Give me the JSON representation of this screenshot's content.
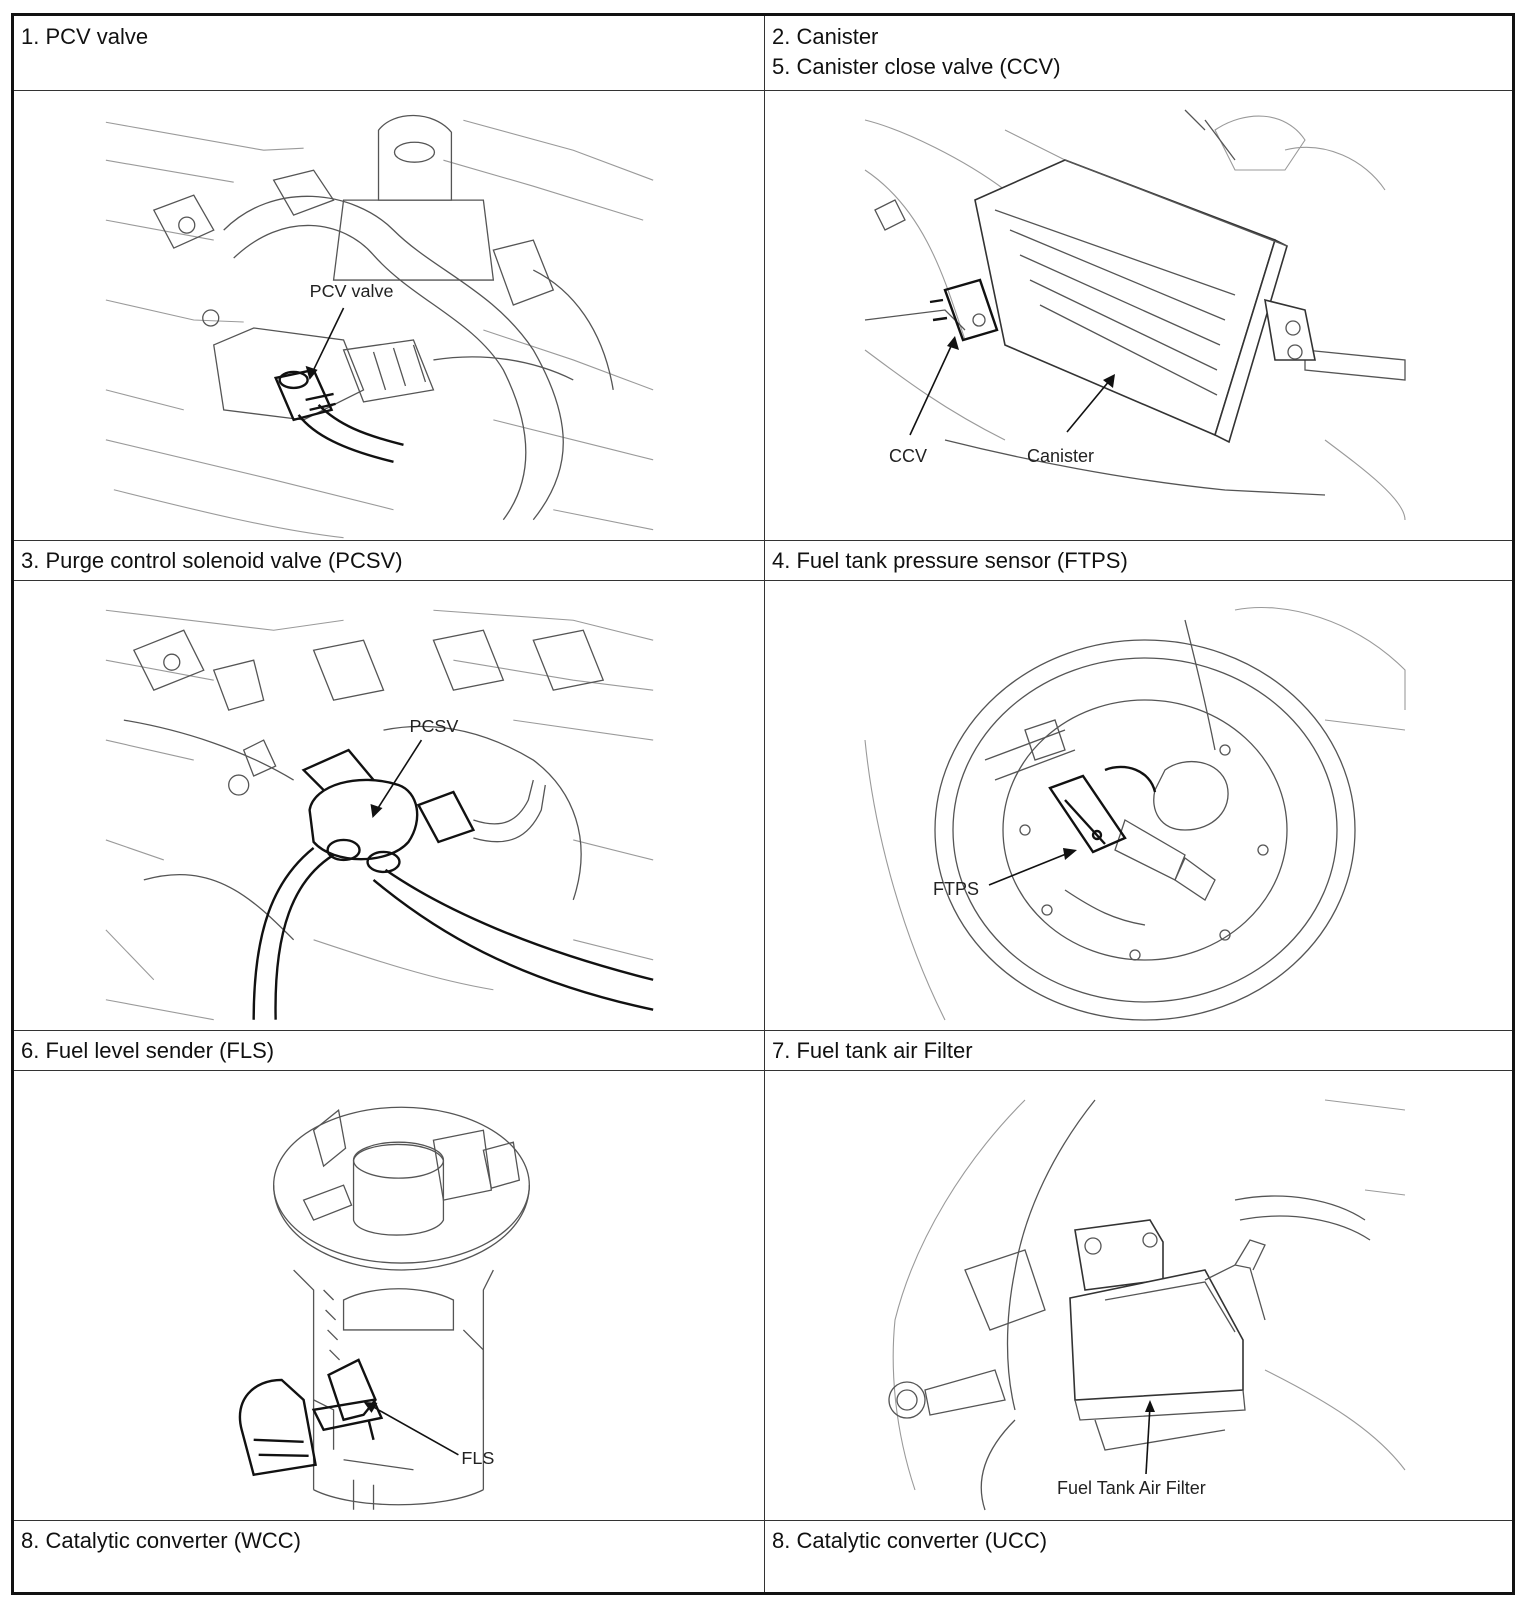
{
  "cells": {
    "pcv": {
      "title": "1. PCV valve",
      "callouts": [
        "PCV valve"
      ]
    },
    "canister": {
      "title": "2. Canister",
      "title_2": "5. Canister close valve (CCV)",
      "callouts": [
        "CCV",
        "Canister"
      ]
    },
    "pcsv": {
      "title": "3. Purge control solenoid valve (PCSV)",
      "callouts": [
        "PCSV"
      ]
    },
    "ftps": {
      "title": "4. Fuel tank pressure sensor (FTPS)",
      "callouts": [
        "FTPS"
      ]
    },
    "fls": {
      "title": "6. Fuel level sender (FLS)",
      "callouts": [
        "FLS"
      ]
    },
    "air_filter": {
      "title": "7. Fuel tank air Filter",
      "callouts": [
        "Fuel Tank Air Filter"
      ]
    },
    "wcc": {
      "title": "8. Catalytic converter (WCC)"
    },
    "ucc": {
      "title": "8. Catalytic converter (UCC)"
    }
  }
}
